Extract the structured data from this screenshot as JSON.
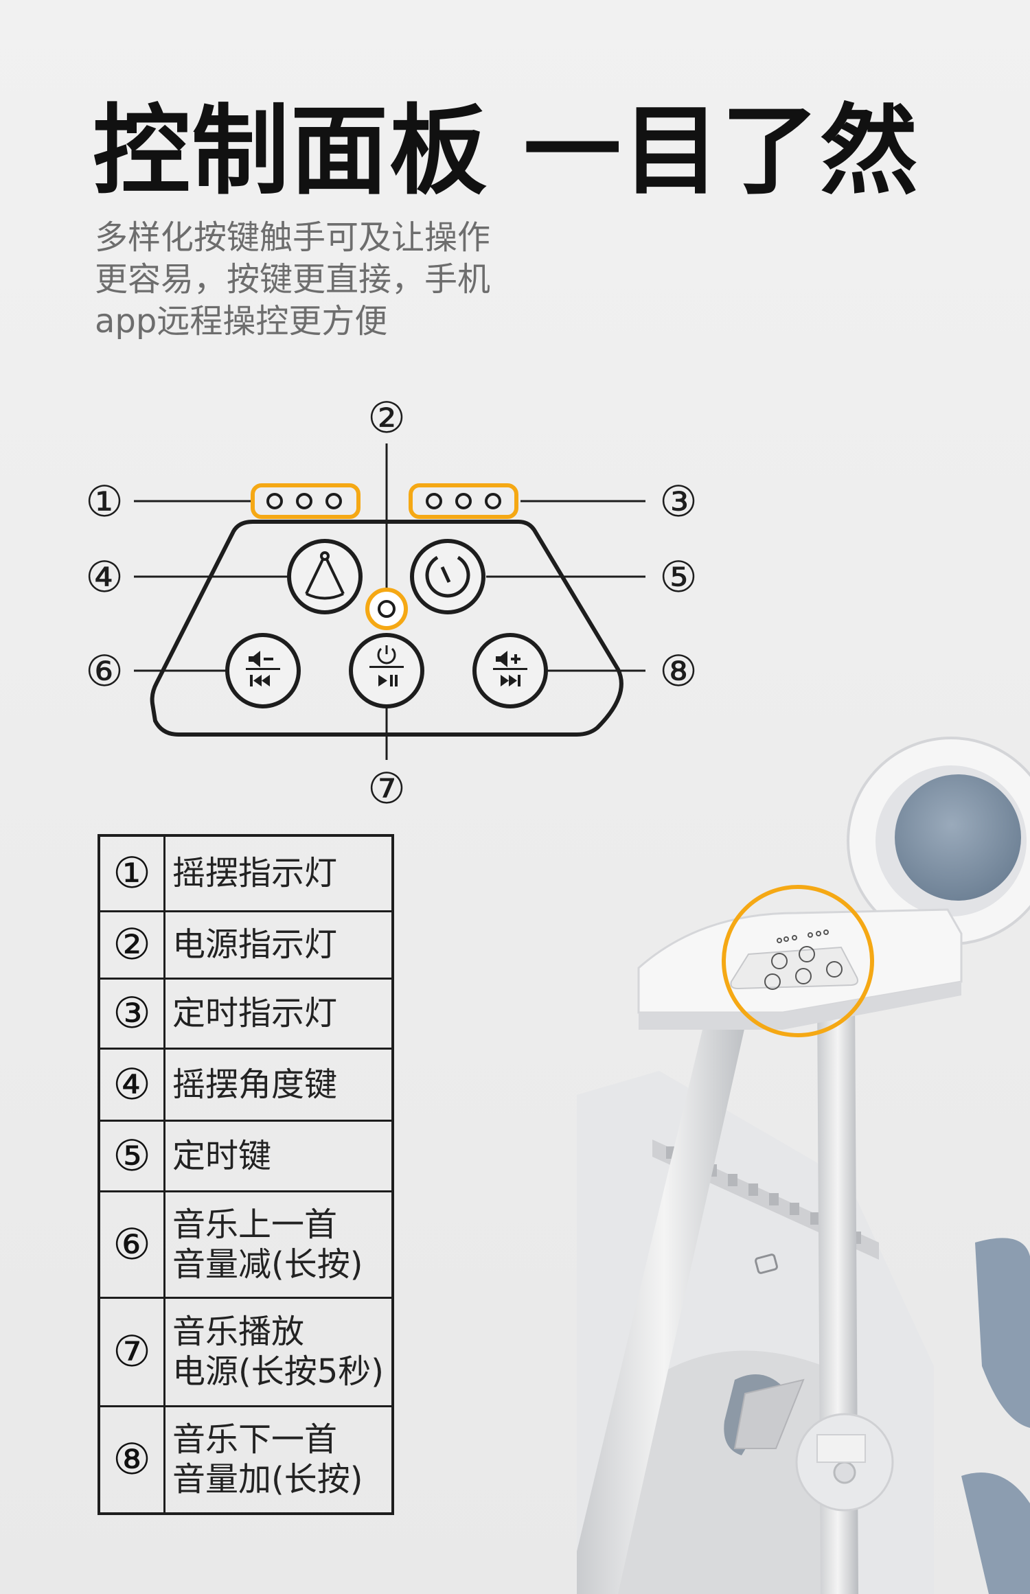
{
  "title": "控制面板 一目了然",
  "subtitle": [
    "多样化按键触手可及让操作",
    "更容易，按键更直接，手机",
    "app远程操控更方便"
  ],
  "callouts": [
    "①",
    "②",
    "③",
    "④",
    "⑤",
    "⑥",
    "⑦",
    "⑧"
  ],
  "legend": [
    {
      "num": "①",
      "lines": [
        "摇摆指示灯"
      ]
    },
    {
      "num": "②",
      "lines": [
        "电源指示灯"
      ]
    },
    {
      "num": "③",
      "lines": [
        "定时指示灯"
      ]
    },
    {
      "num": "④",
      "lines": [
        "摇摆角度键"
      ]
    },
    {
      "num": "⑤",
      "lines": [
        "定时键"
      ]
    },
    {
      "num": "⑥",
      "lines": [
        "音乐上一首",
        "音量减(长按)"
      ]
    },
    {
      "num": "⑦",
      "lines": [
        "音乐播放",
        "电源(长按5秒)"
      ]
    },
    {
      "num": "⑧",
      "lines": [
        "音乐下一首",
        "音量加(长按)"
      ]
    }
  ],
  "icons": {
    "swing_angle": "swing-angle-icon",
    "timer": "timer-icon",
    "prev_vol_down": "prev-track-volume-down-icon",
    "power_play": "power-play-pause-icon",
    "next_vol_up": "next-track-volume-up-icon"
  },
  "colors": {
    "highlight": "#f5a814",
    "line": "#1d1d1d",
    "accent_grey_blue": "#8c9db0"
  }
}
